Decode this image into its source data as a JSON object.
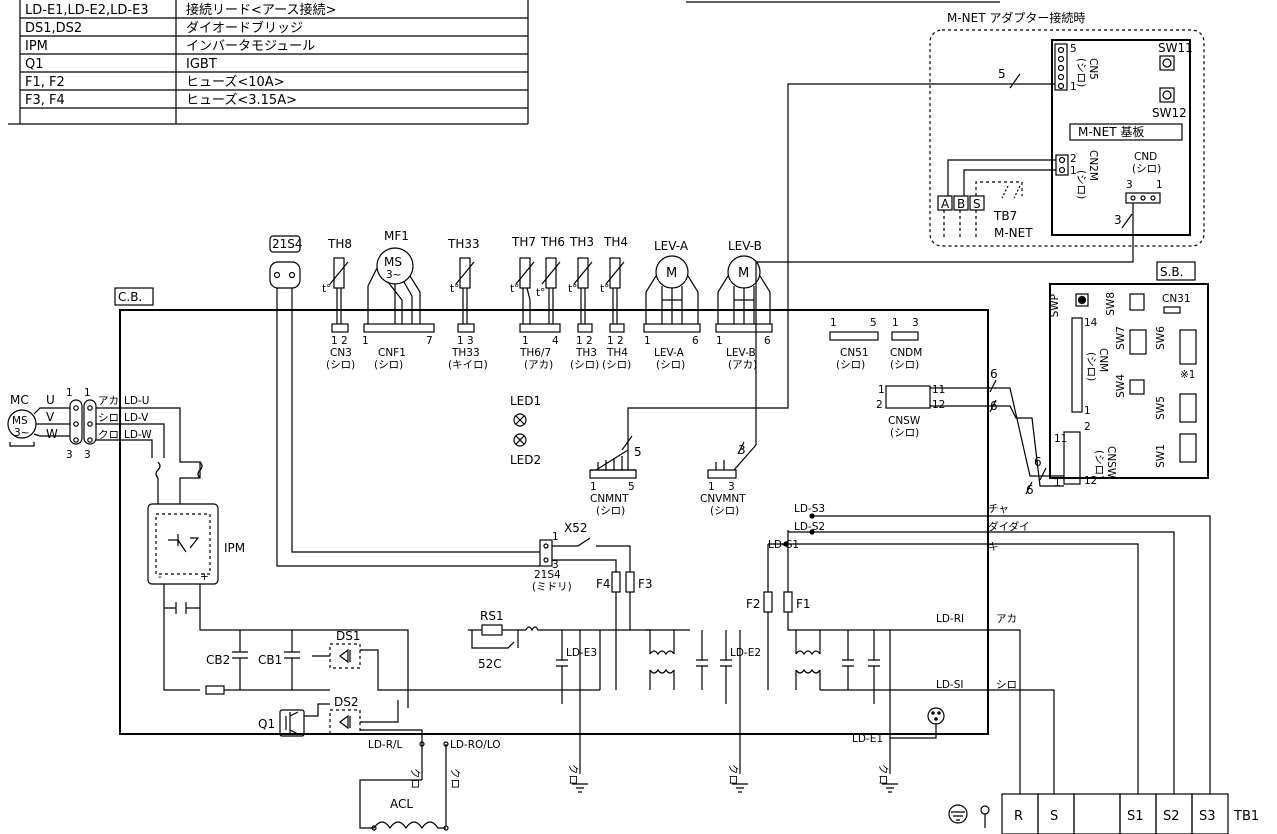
{
  "legend": [
    {
      "symbol": "LD-E1,LD-E2,LD-E3",
      "name": "接続リード<アース接続>"
    },
    {
      "symbol": "DS1,DS2",
      "name": "ダイオードブリッジ"
    },
    {
      "symbol": "IPM",
      "name": "インバータモジュール"
    },
    {
      "symbol": "Q1",
      "name": "IGBT"
    },
    {
      "symbol": "F1, F2",
      "name": "ヒューズ<10A>"
    },
    {
      "symbol": "F3, F4",
      "name": "ヒューズ<3.15A>"
    }
  ],
  "mnet": {
    "title": "M-NET アダプター接続時",
    "board": "M-NET 基板",
    "sw11": "SW11",
    "sw12": "SW12",
    "cn5": "CN5",
    "cn5_color": "(シロ)",
    "cn5_p5": "5",
    "cn5_p1": "1",
    "cn2m": "CN2M",
    "cn2m_color": "(シロ)",
    "cn2m_p2": "2",
    "cn2m_p1": "1",
    "cnd": "CND",
    "cnd_color": "(シロ)",
    "cnd_p3": "3",
    "cnd_p1": "1",
    "tb7": "TB7",
    "tb7_name": "M-NET",
    "tb7_a": "A",
    "tb7_b": "B",
    "tb7_s": "S",
    "wire_count_5": "5",
    "wire_count_3": "3"
  },
  "cb_label": "C.B.",
  "sb": {
    "label": "S.B.",
    "swp": "SWP",
    "sw8": "SW8",
    "cn31": "CN31",
    "sw7": "SW7",
    "sw6": "SW6",
    "cnm": "CNM",
    "cnm_color": "(シロ)",
    "cnm_p14": "14",
    "cnm_p1": "1",
    "note": "※1",
    "sw4": "SW4",
    "sw5": "SW5",
    "sw1": "SW1",
    "cnsw": "CNSW",
    "cnsw_color": "(シロ)",
    "cnsw_p11": "11",
    "cnsw_p2": "2",
    "cnsw_p1": "1",
    "cnsw_p12": "12"
  },
  "sensors": {
    "s21s4": "21S4",
    "th8": "TH8",
    "mf1": "MF1",
    "ms": "MS",
    "ms_phase": "3~",
    "th33": "TH33",
    "th7": "TH7",
    "th6": "TH6",
    "th3": "TH3",
    "th4": "TH4",
    "leva": "LEV-A",
    "levb": "LEV-B",
    "m": "M",
    "t": "t°"
  },
  "connectors": [
    {
      "name": "CN3",
      "color": "(シロ)",
      "pins": "1 2"
    },
    {
      "name": "CNF1",
      "color": "(シロ)",
      "p_first": "1",
      "p_last": "7"
    },
    {
      "name": "TH33",
      "color": "(キイロ)",
      "pins": "1 3"
    },
    {
      "name": "TH6/7",
      "color": "(アカ)",
      "p_first": "1",
      "p_last": "4"
    },
    {
      "name": "TH3",
      "color": "(シロ)",
      "pins": "1 2"
    },
    {
      "name": "TH4",
      "color": "(シロ)",
      "pins": "1 2"
    },
    {
      "name": "LEV-A",
      "color": "(シロ)",
      "p_first": "1",
      "p_last": "6"
    },
    {
      "name": "LEV-B",
      "color": "(アカ)",
      "p_first": "1",
      "p_last": "6"
    },
    {
      "name": "CN51",
      "color": "(シロ)",
      "p_first": "1",
      "p_last": "5"
    },
    {
      "name": "CNDM",
      "color": "(シロ)",
      "p_first": "1",
      "p_last": "3"
    }
  ],
  "cnsw_cb": {
    "name": "CNSW",
    "color": "(シロ)",
    "p1": "1",
    "p2": "2",
    "p11": "11",
    "p12": "12",
    "w1": "6",
    "w2": "6",
    "w3": "6",
    "w4": "6"
  },
  "led": {
    "led1": "LED1",
    "led2": "LED2"
  },
  "cnmnt": {
    "name": "CNMNT",
    "color": "(シロ)",
    "p1": "1",
    "p5": "5",
    "w": "5"
  },
  "cnvmnt": {
    "name": "CNVMNT",
    "color": "(シロ)",
    "p1": "1",
    "p3": "3",
    "w": "3"
  },
  "motor": {
    "mc": "MC",
    "ms": "MS",
    "phase": "3~",
    "u": "U",
    "v": "V",
    "w": "W",
    "c_aka": "アカ",
    "c_shiro": "シロ",
    "c_kuro": "クロ",
    "ldu": "LD-U",
    "ldv": "LD-V",
    "ldw": "LD-W",
    "n1": "1",
    "n3": "3"
  },
  "power": {
    "ipm": "IPM",
    "cb2": "CB2",
    "cb1": "CB1",
    "ds1": "DS1",
    "ds2": "DS2",
    "q1": "Q1",
    "ldrl": "LD-R/L",
    "ldrolo": "LD-RO/LO",
    "kuro": "クロ",
    "acl": "ACL",
    "rs1": "RS1",
    "r52c": "52C",
    "lde3": "LD-E3",
    "lde2": "LD-E2",
    "lde1": "LD-E1",
    "x52": "X52",
    "s21s4": "21S4",
    "s21s4_color": "(ミドリ)",
    "f4": "F4",
    "f3": "F3",
    "f2": "F2",
    "f1": "F1",
    "p1": "1",
    "p3": "3",
    "ldri": "LD-RI",
    "ldsi": "LD-SI",
    "aka": "アカ",
    "shiro": "シロ",
    "lds1": "LD-S1",
    "lds2": "LD-S2",
    "lds3": "LD-S3",
    "cha": "チャ",
    "daidai": "ダイダイ",
    "ki": "キ"
  },
  "terminal": {
    "cells": [
      "R",
      "S",
      "",
      "S1",
      "S2",
      "S3"
    ],
    "name": "TB1"
  }
}
